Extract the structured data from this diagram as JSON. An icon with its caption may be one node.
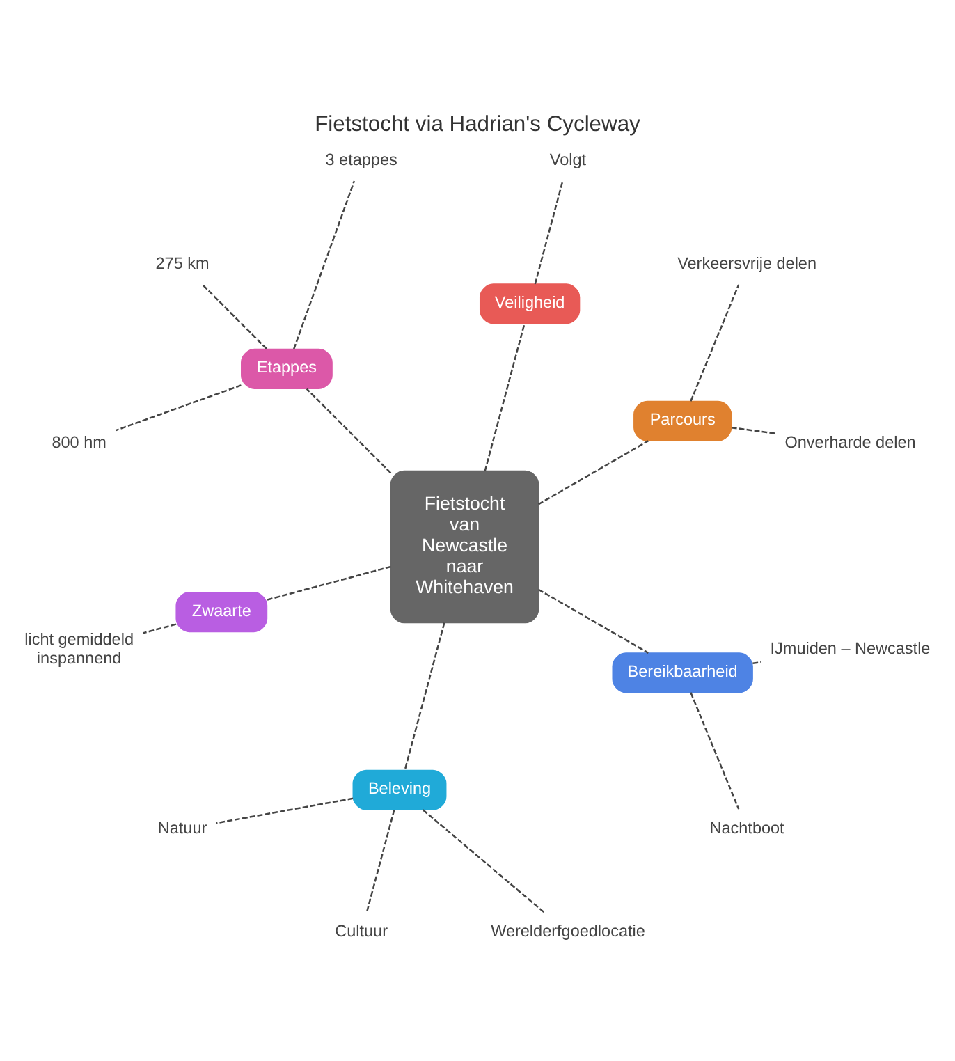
{
  "diagram": {
    "title": "Fietstocht via Hadrian's Cycleway",
    "nodes": [
      {
        "text": [
          "Parcours"
        ]
      },
      {
        "text": [
          "Onverharde delen"
        ]
      },
      {
        "text": [
          "Verkeersvrije delen"
        ]
      },
      {
        "text": [
          "Veiligheid"
        ]
      },
      {
        "text": [
          "Volgt"
        ]
      },
      {
        "text": [
          "Etappes"
        ]
      },
      {
        "text": [
          "Zwaarte"
        ]
      },
      {
        "text": [
          "Fietstocht van Newcastle naar Whitehaven"
        ]
      },
      {
        "text": [
          "3 etappes"
        ]
      },
      {
        "text": [
          "275 km"
        ]
      },
      {
        "text": [
          "800 hm"
        ]
      },
      {
        "text": [
          "licht gemiddeld inspannend"
        ]
      },
      {
        "text": [
          "Beleving"
        ]
      },
      {
        "text": [
          "Bereikbaarheid"
        ]
      },
      {
        "text": [
          "Natuur"
        ]
      },
      {
        "text": [
          "Nachtboot"
        ]
      },
      {
        "text": [
          "Cultuur"
        ]
      },
      {
        "text": [
          "IJmuiden – Newcastle"
        ]
      },
      {
        "text": [
          "Werelderfgoedlocatie"
        ]
      }
    ],
    "edges": [
      {
        "from": 7,
        "to": 6,
        "arrow": "none",
        "style": "dashed"
      },
      {
        "from": 6,
        "to": 11,
        "arrow": "none",
        "style": "dashed"
      },
      {
        "from": 7,
        "to": 3,
        "arrow": "none",
        "style": "dashed"
      },
      {
        "from": 3,
        "to": 4,
        "arrow": "none",
        "style": "dashed"
      },
      {
        "from": 7,
        "to": 0,
        "arrow": "none",
        "style": "dashed"
      },
      {
        "from": 0,
        "to": 1,
        "arrow": "none",
        "style": "dashed"
      },
      {
        "from": 0,
        "to": 2,
        "arrow": "none",
        "style": "dashed"
      },
      {
        "from": 7,
        "to": 5,
        "arrow": "none",
        "style": "dashed"
      },
      {
        "from": 5,
        "to": 8,
        "arrow": "none",
        "style": "dashed"
      },
      {
        "from": 5,
        "to": 9,
        "arrow": "none",
        "style": "dashed"
      },
      {
        "from": 5,
        "to": 10,
        "arrow": "none",
        "style": "dashed"
      },
      {
        "from": 7,
        "to": 12,
        "arrow": "none",
        "style": "dashed"
      },
      {
        "from": 12,
        "to": 14,
        "arrow": "none",
        "style": "dashed"
      },
      {
        "from": 12,
        "to": 16,
        "arrow": "none",
        "style": "dashed"
      },
      {
        "from": 12,
        "to": 18,
        "arrow": "none",
        "style": "dashed"
      },
      {
        "from": 7,
        "to": 13,
        "arrow": "none",
        "style": "dashed"
      },
      {
        "from": 13,
        "to": 15,
        "arrow": "none",
        "style": "dashed"
      },
      {
        "from": 13,
        "to": 17,
        "arrow": "none",
        "style": "dashed"
      }
    ]
  }
}
